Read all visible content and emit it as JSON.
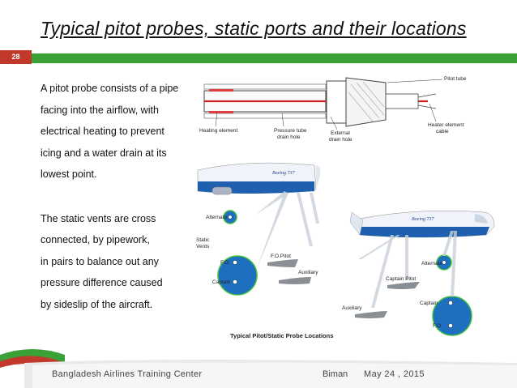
{
  "slide": {
    "title": "Typical pitot probes, static ports and their locations",
    "number": "28"
  },
  "body": {
    "para1": [
      "A pitot probe consists of a pipe",
      "facing into the airflow, with",
      "electrical heating to prevent",
      "icing and a water drain at its",
      "lowest point."
    ],
    "para2": [
      "The static vents are cross",
      "connected, by pipework,",
      "in pairs to balance out any",
      "pressure difference caused",
      "by sideslip of the aircraft."
    ]
  },
  "figure": {
    "probe_labels": {
      "pitot_tube": "Pitot tube",
      "heating_element": "Heating element",
      "pressure_tube_1": "Pressure tube",
      "pressure_tube_2": "drain hole",
      "external_1": "External",
      "external_2": "drain hole",
      "heater_cable_1": "Heater element",
      "heater_cable_2": "cable"
    },
    "aircraft_text": "Boeing 737",
    "labels": {
      "alternate": "Alternate",
      "static_vents_1": "Static",
      "static_vents_2": "Vents",
      "fo": "F.O.",
      "captain": "Captain",
      "fo_pitot": "F.O.Pitot",
      "auxiliary": "Auxiliary",
      "captain_pitot": "Captain Pitot",
      "caption": "Typical Pitot/Static Probe Locations"
    }
  },
  "footer": {
    "org": "Bangladesh Airlines Training Center",
    "airline": "Biman",
    "date": "May 24 , 2015"
  },
  "colors": {
    "accent_red": "#c0392b",
    "accent_green": "#3aa136",
    "vent_blue": "#1f6fc0",
    "vent_ring": "#3fbf3f"
  }
}
